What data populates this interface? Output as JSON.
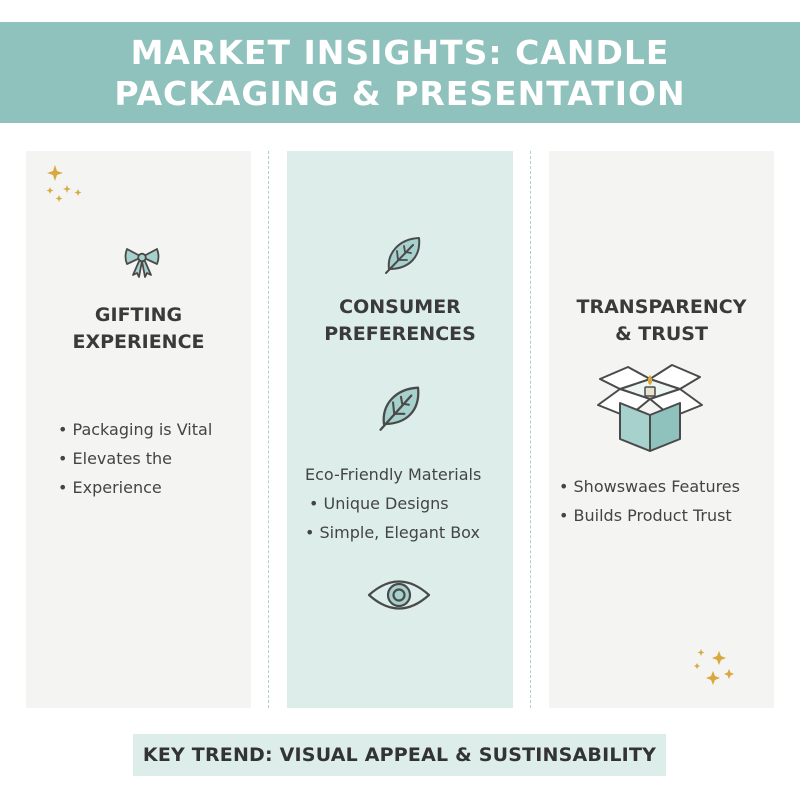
{
  "title": {
    "line1": "MARKET INSIGHTS: CANDLE",
    "line2": "PACKAGING & PRESENTATION"
  },
  "columns": [
    {
      "heading_line1": "GIFTING",
      "heading_line2": "EXPERIENCE",
      "bullets": [
        "• Packaging is Vital",
        "• Elevates the",
        "• Experience"
      ],
      "icons": [
        "sparkles-icon",
        "bow-icon"
      ]
    },
    {
      "heading_line1": "CONSUMER",
      "heading_line2": "PREFERENCES",
      "bullets": [
        "Eco-Friendly Materials",
        "• Unique Designs",
        "• Simple, Elegant Box"
      ],
      "icons": [
        "leaf-icon",
        "leaf-icon",
        "eye-icon"
      ]
    },
    {
      "heading_line1": "TRANSPARENCY",
      "heading_line2": "& TRUST",
      "bullets": [
        "• Showswaes Features",
        "• Builds Product Trust"
      ],
      "icons": [
        "open-box-candle-icon",
        "sparkles-icon"
      ]
    }
  ],
  "footer": "KEY TREND: VISUAL APPEAL & SUSTINSABILITY",
  "colors": {
    "banner": "#8fc1bd",
    "accent_teal": "#8fc1bd",
    "mint_panel": "#ddeeea",
    "grey_panel": "#f4f4f3",
    "gold": "#d9a83f",
    "text": "#3b3b3b"
  }
}
